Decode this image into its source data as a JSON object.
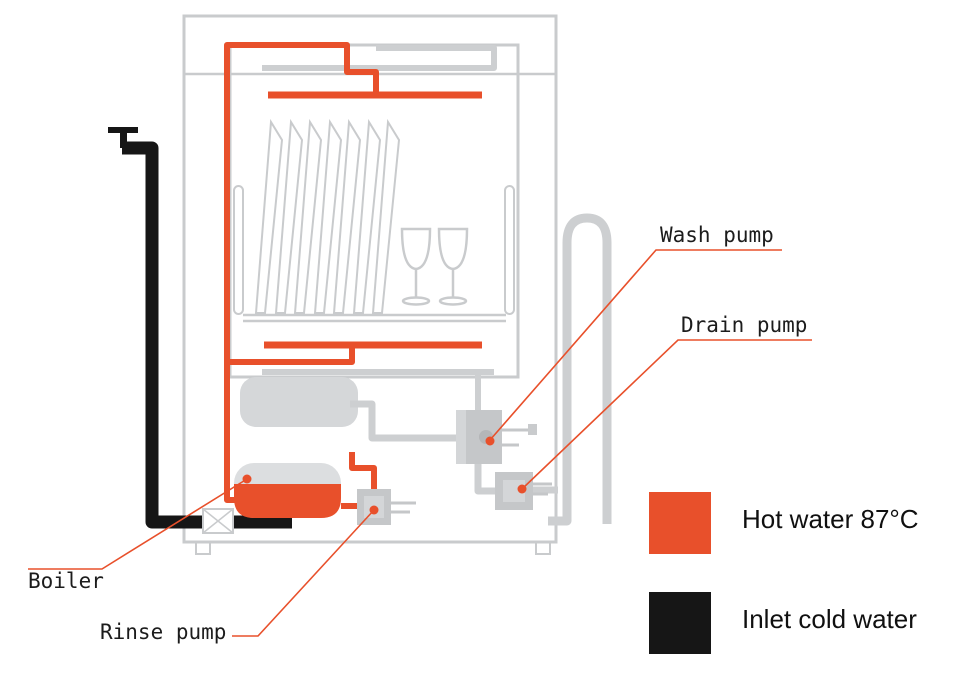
{
  "colors": {
    "hot": "#E8502B",
    "cold": "#161616",
    "pipe_gray": "#CDCFD1",
    "outline_gray": "#C9CBCD"
  },
  "annotations": {
    "wash_pump": "Wash pump",
    "drain_pump": "Drain pump",
    "boiler": "Boiler",
    "rinse_pump": "Rinse pump"
  },
  "legend": {
    "items": [
      {
        "label": "Hot water 87°C",
        "color": "#E8502B"
      },
      {
        "label": "Inlet cold water",
        "color": "#161616"
      }
    ]
  }
}
